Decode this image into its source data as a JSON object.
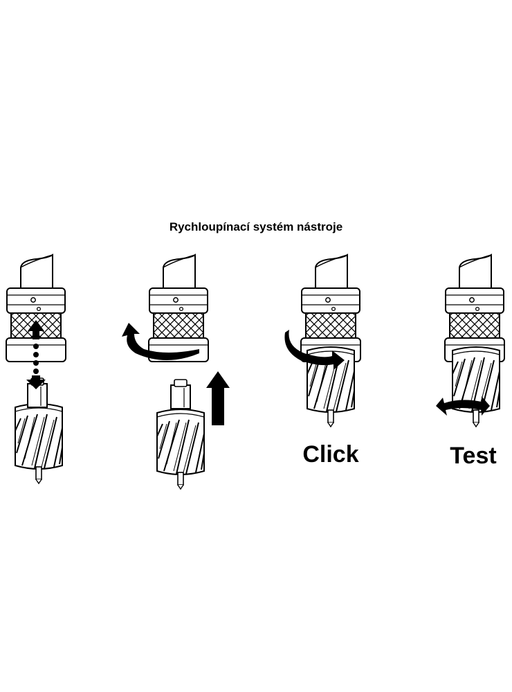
{
  "title": "Rychloupínací systém nástroje",
  "steps": [
    {
      "label": ""
    },
    {
      "label": ""
    },
    {
      "label": "Click"
    },
    {
      "label": "Test"
    }
  ],
  "colors": {
    "line": "#000000",
    "fill": "#ffffff",
    "arrow": "#000000"
  },
  "icons": [
    "arbor-adapter-icon",
    "annular-cutter-icon",
    "arrow-up-icon",
    "arrow-down-icon",
    "rotate-arrow-icon",
    "double-rotate-arrow-icon"
  ]
}
